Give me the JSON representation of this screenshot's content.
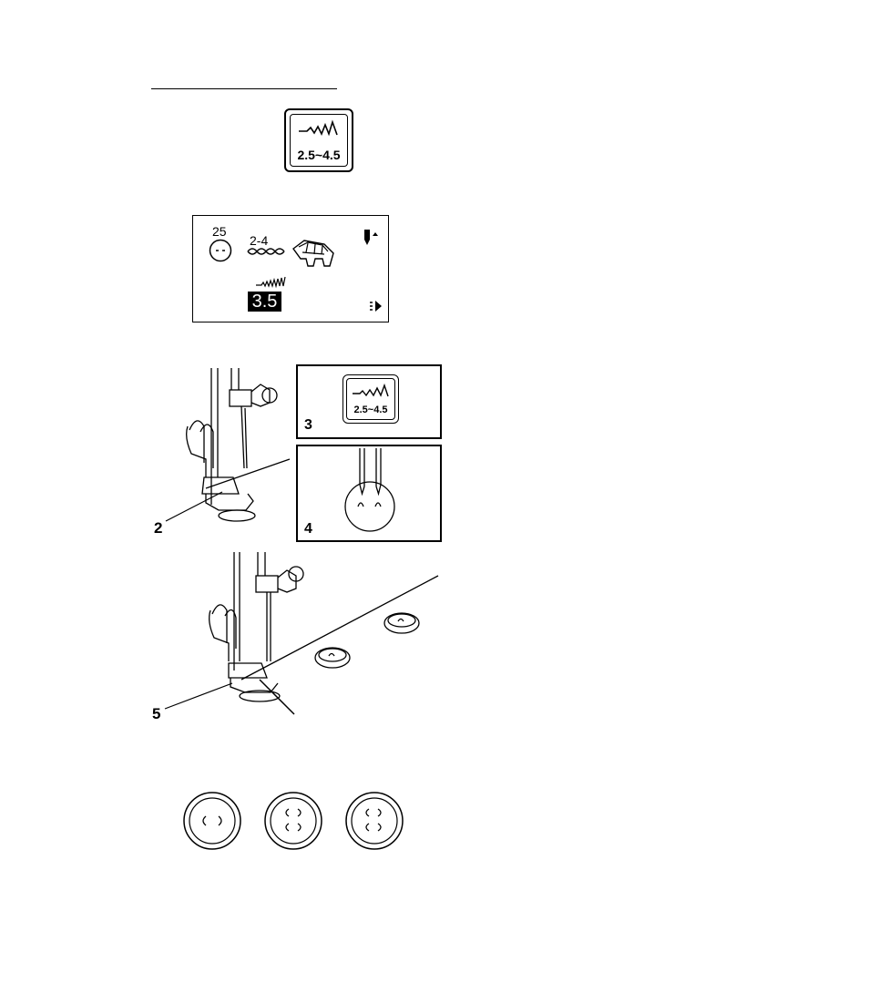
{
  "stitch_key": {
    "range_label": "2.5~4.5"
  },
  "lcd": {
    "pattern_number": "25",
    "foot_code": "2-4",
    "stitch_width": "3.5"
  },
  "step_labels": {
    "lever": "2",
    "key": "3",
    "needle": "4",
    "thread": "5"
  },
  "panel_key": {
    "range_label": "2.5~4.5"
  },
  "buttons_row": {
    "count": 3
  }
}
